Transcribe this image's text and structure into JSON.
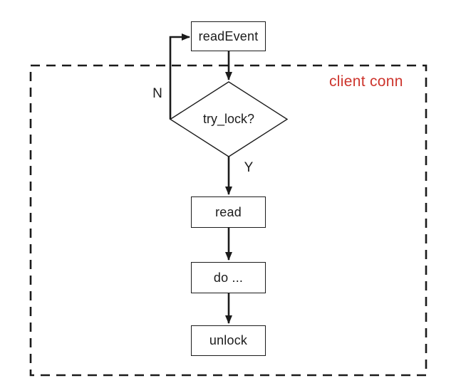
{
  "flowchart": {
    "boundary": {
      "label": "client conn",
      "label_color": "#cd342c",
      "border_style": "dashed"
    },
    "nodes": {
      "read_event": {
        "label": "readEvent",
        "type": "process"
      },
      "try_lock": {
        "label": "try_lock?",
        "type": "decision"
      },
      "read": {
        "label": "read",
        "type": "process"
      },
      "do_work": {
        "label": "do ...",
        "type": "process"
      },
      "unlock": {
        "label": "unlock",
        "type": "process"
      }
    },
    "branch_labels": {
      "no": "N",
      "yes": "Y"
    },
    "edges": [
      {
        "from": "read_event",
        "to": "try_lock"
      },
      {
        "from": "try_lock",
        "to": "read_event",
        "label": "N"
      },
      {
        "from": "try_lock",
        "to": "read",
        "label": "Y"
      },
      {
        "from": "read",
        "to": "do_work"
      },
      {
        "from": "do_work",
        "to": "unlock"
      }
    ],
    "colors": {
      "line": "#1b1b1b",
      "node_fill": "#ffffff",
      "background": "#ffffff"
    }
  }
}
